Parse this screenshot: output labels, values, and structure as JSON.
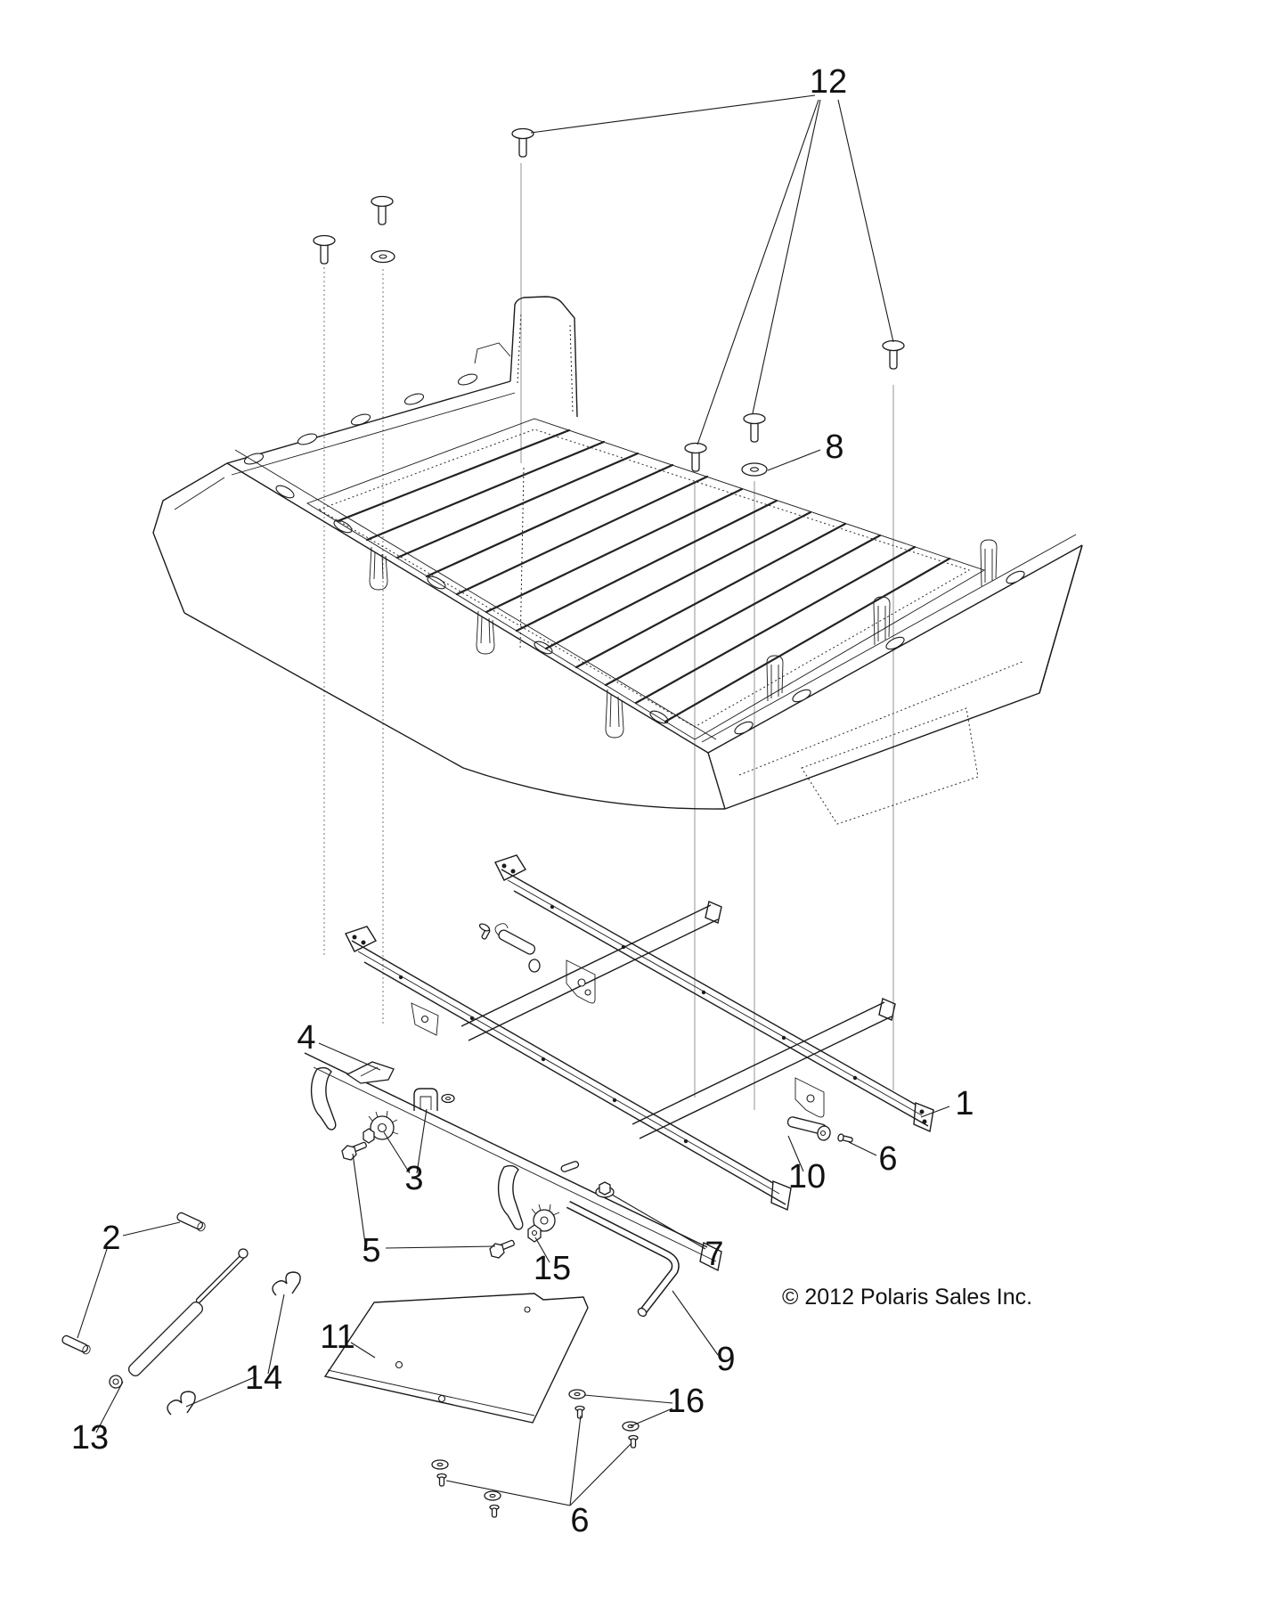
{
  "diagram": {
    "copyright": "© 2012 Polaris Sales Inc.",
    "type_note": "exploded parts view, black line art on white"
  },
  "style": {
    "background": "#ffffff",
    "line_color": "#1b1b1b",
    "label_color": "#111111"
  },
  "callouts": {
    "c1": "1",
    "c2": "2",
    "c3": "3",
    "c4": "4",
    "c5": "5",
    "c6_right": "6",
    "c6_bottom": "6",
    "c7": "7",
    "c8": "8",
    "c9": "9",
    "c10": "10",
    "c11": "11",
    "c12": "12",
    "c13": "13",
    "c14": "14",
    "c15": "15",
    "c16": "16"
  }
}
